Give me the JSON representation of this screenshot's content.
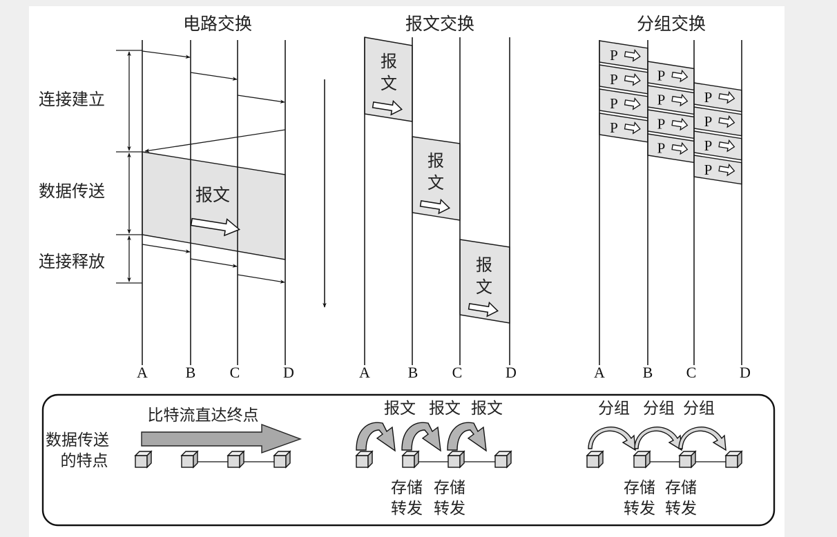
{
  "sections": {
    "circuit": {
      "title": "电路交换",
      "phases": [
        "连接建立",
        "数据传送",
        "连接释放"
      ],
      "message_label": "报文",
      "nodes": [
        "A",
        "B",
        "C",
        "D"
      ]
    },
    "message": {
      "title": "报文交换",
      "message_label": "报文",
      "nodes": [
        "A",
        "B",
        "C",
        "D"
      ]
    },
    "packet": {
      "title": "分组交换",
      "packet_label": "P",
      "packets_per_hop": [
        4,
        4,
        4
      ],
      "nodes": [
        "A",
        "B",
        "C",
        "D"
      ]
    }
  },
  "time_axis": {
    "direction": "down"
  },
  "legend": {
    "row_title_line1": "数据传送",
    "row_title_line2": "的特点",
    "circuit_caption": "比特流直达终点",
    "message_hops": [
      "报文",
      "报文",
      "报文"
    ],
    "packet_hops": [
      "分组",
      "分组",
      "分组"
    ],
    "store_forward_line1": [
      "存储",
      "存储"
    ],
    "store_forward_line2": [
      "转发",
      "转发"
    ]
  },
  "colors": {
    "fill_gray": "#e3e3e3",
    "arrow_gray": "#a8a8a8",
    "stroke": "#1a1a1a",
    "background": "#efefef"
  }
}
